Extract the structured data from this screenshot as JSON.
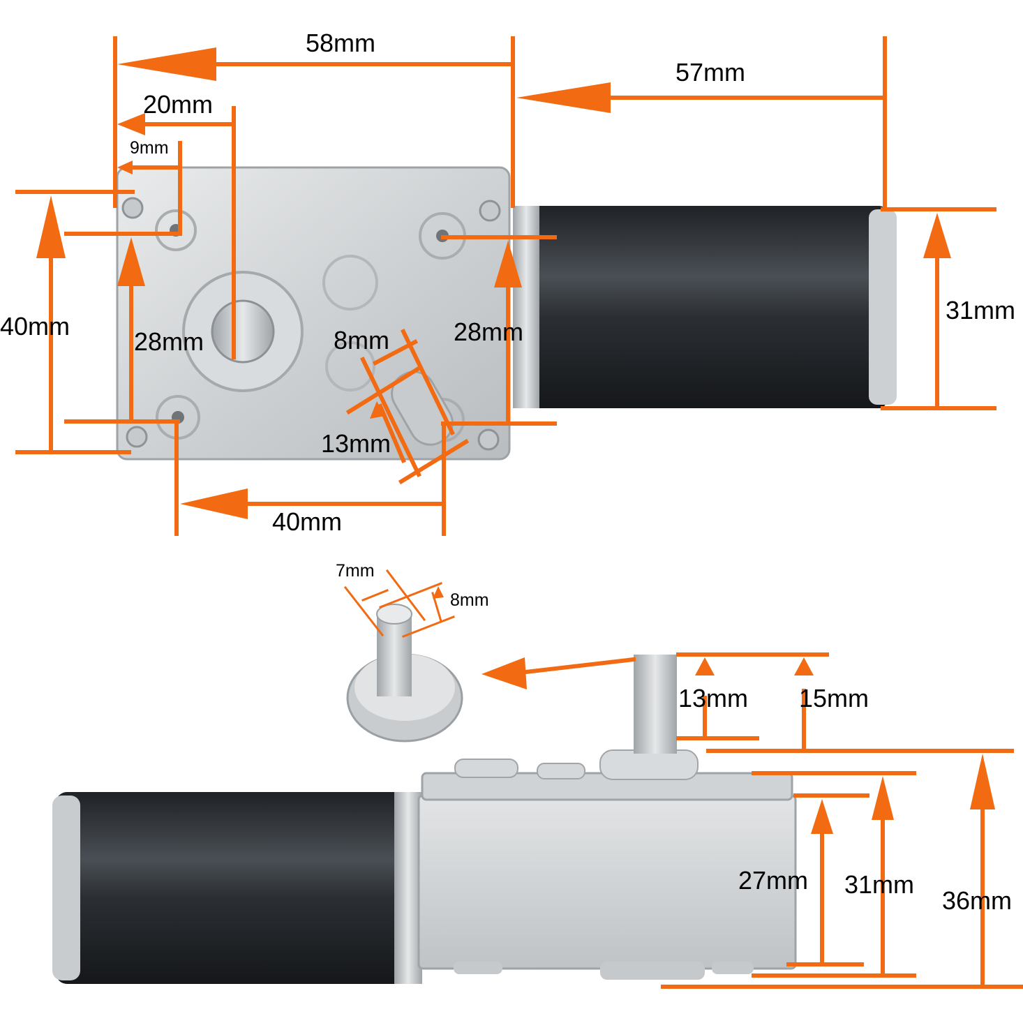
{
  "colors": {
    "dimension_line": "#F26A12",
    "housing": "#D6D8DA",
    "motor_body": "#2E3236",
    "text": "#000000"
  },
  "front_view": {
    "top_width": "58mm",
    "motor_length": "57mm",
    "shaft_offset": "20mm",
    "hole_offset": "9mm",
    "housing_height": "40mm",
    "hole_spacing_left": "28mm",
    "flat_width": "8mm",
    "hole_spacing_right": "28mm",
    "motor_diameter": "31mm",
    "flat_length": "13mm",
    "bottom_hole_spacing": "40mm"
  },
  "shaft_detail": {
    "shaft_diameter": "7mm",
    "flat_depth": "8mm"
  },
  "side_view": {
    "shaft_flat_height": "13mm",
    "shaft_height": "15mm",
    "body_height": "27mm",
    "body_with_plate": "31mm",
    "total_height": "36mm"
  }
}
